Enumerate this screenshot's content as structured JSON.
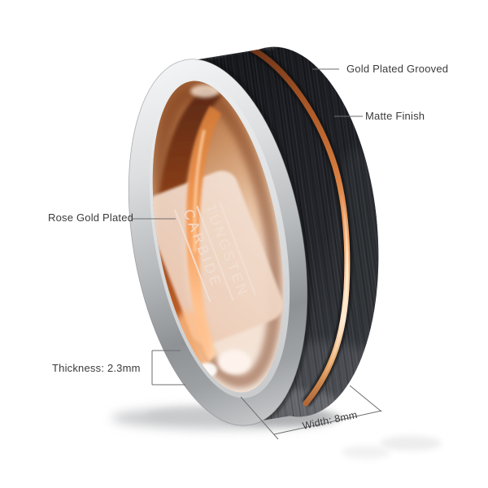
{
  "product": {
    "engraving_line1": "TUNGSTEN",
    "engraving_line2": "CARBIDE"
  },
  "annotations": {
    "gold_plated_grooved": "Gold Plated Grooved",
    "matte_finish": "Matte Finish",
    "rose_gold_plated": "Rose Gold Plated",
    "thickness": "Thickness: 2.3mm",
    "width": "Width: 8mm"
  },
  "colors": {
    "background": "#ffffff",
    "matte_black_band": "#1c1e23",
    "rose_gold_groove": "#f6ad74",
    "rose_gold_inner": "#d79a76",
    "polished_silver_rim": "#c6c8ca",
    "engraving_text": "#f2e0d4",
    "label_text": "#3b3b3d",
    "leader_line": "#6e6e70"
  }
}
